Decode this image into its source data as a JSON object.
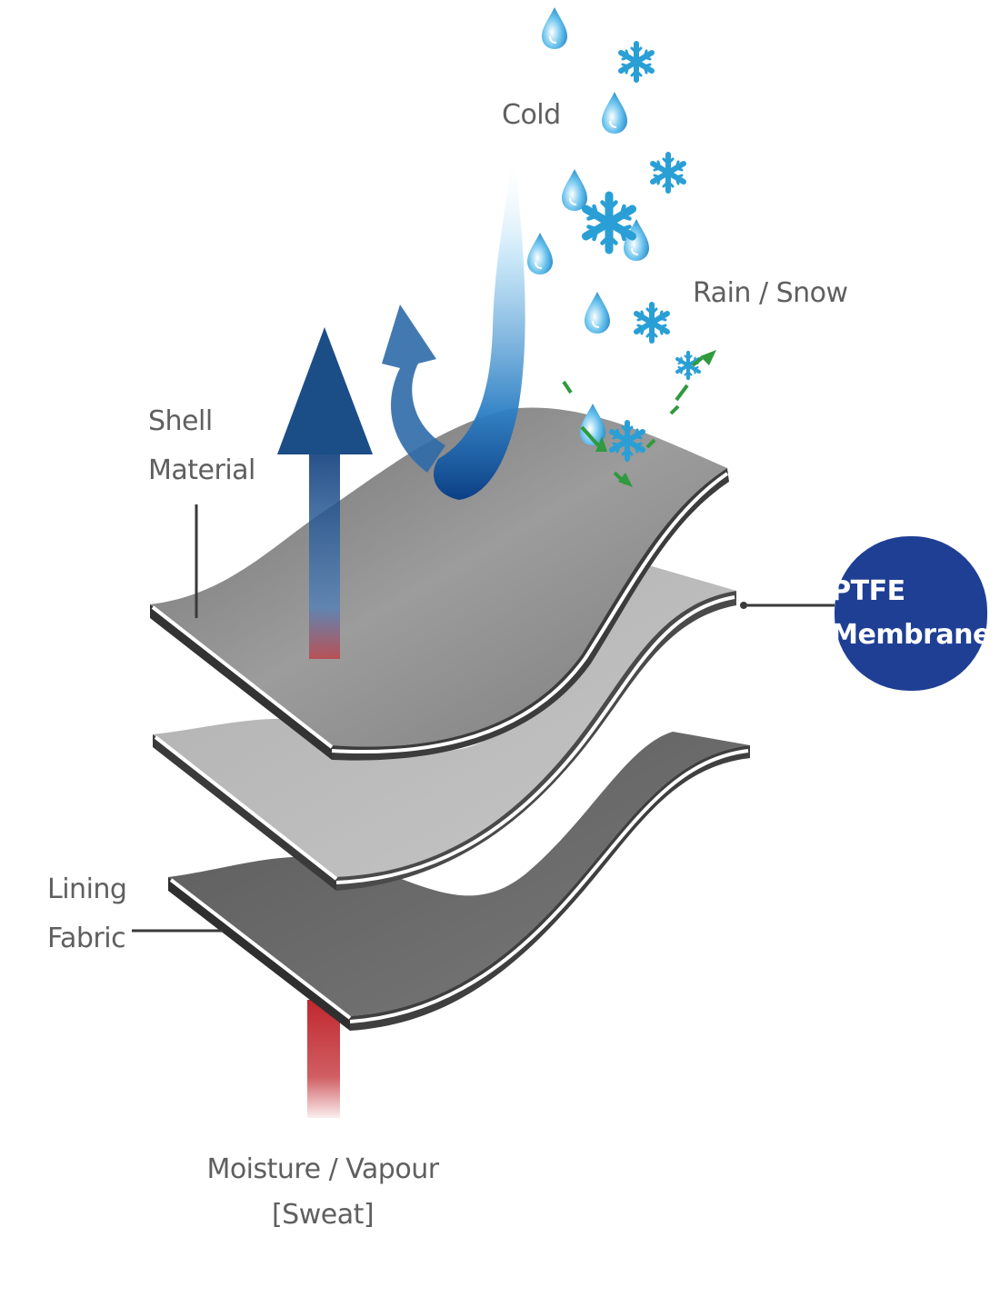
{
  "labels": {
    "cold": "Cold",
    "rain_snow": "Rain / Snow",
    "shell_line1": "Shell",
    "shell_line2": "Material",
    "lining_line1": "Lining",
    "lining_line2": "Fabric",
    "moisture_line1": "Moisture / Vapour",
    "moisture_line2": "[Sweat]",
    "ptfe_line1": "PTFE",
    "ptfe_line2": "Membrane"
  },
  "colors": {
    "badge": "#1f3f95",
    "label_text": "#5f5f5f",
    "vapour_red": "#c0282e",
    "arrow_blue": "#1b4d86",
    "ice_blue": "#2a9fd6",
    "deflect_green": "#2f9a3e",
    "shell_fabric": "#9a9a9a",
    "membrane_fabric": "#bdbdbd",
    "lining_fabric": "#6d6d6d"
  },
  "icons": [
    "snowflake-icon",
    "raindrop-icon",
    "deflected-drop-arrow-icon"
  ]
}
